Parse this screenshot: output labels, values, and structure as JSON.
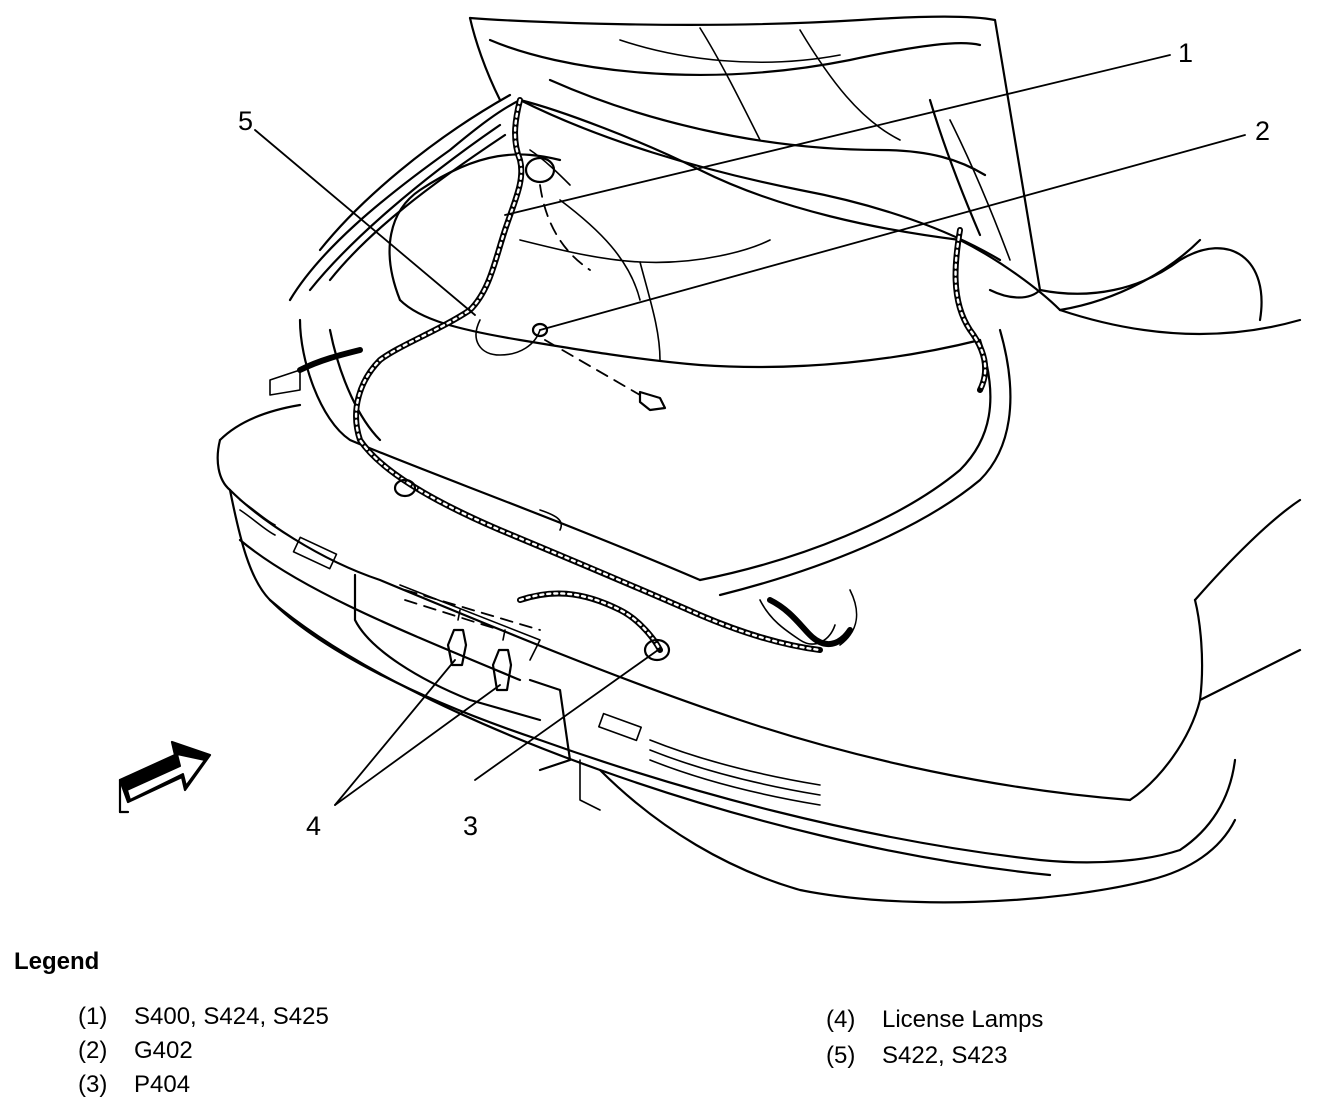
{
  "callouts": [
    "1",
    "2",
    "3",
    "4",
    "5"
  ],
  "legend": {
    "title": "Legend",
    "items": [
      {
        "num": "(1)",
        "text": "S400, S424, S425"
      },
      {
        "num": "(2)",
        "text": "G402"
      },
      {
        "num": "(3)",
        "text": "P404"
      },
      {
        "num": "(4)",
        "text": "License Lamps"
      },
      {
        "num": "(5)",
        "text": "S422, S423"
      }
    ]
  }
}
